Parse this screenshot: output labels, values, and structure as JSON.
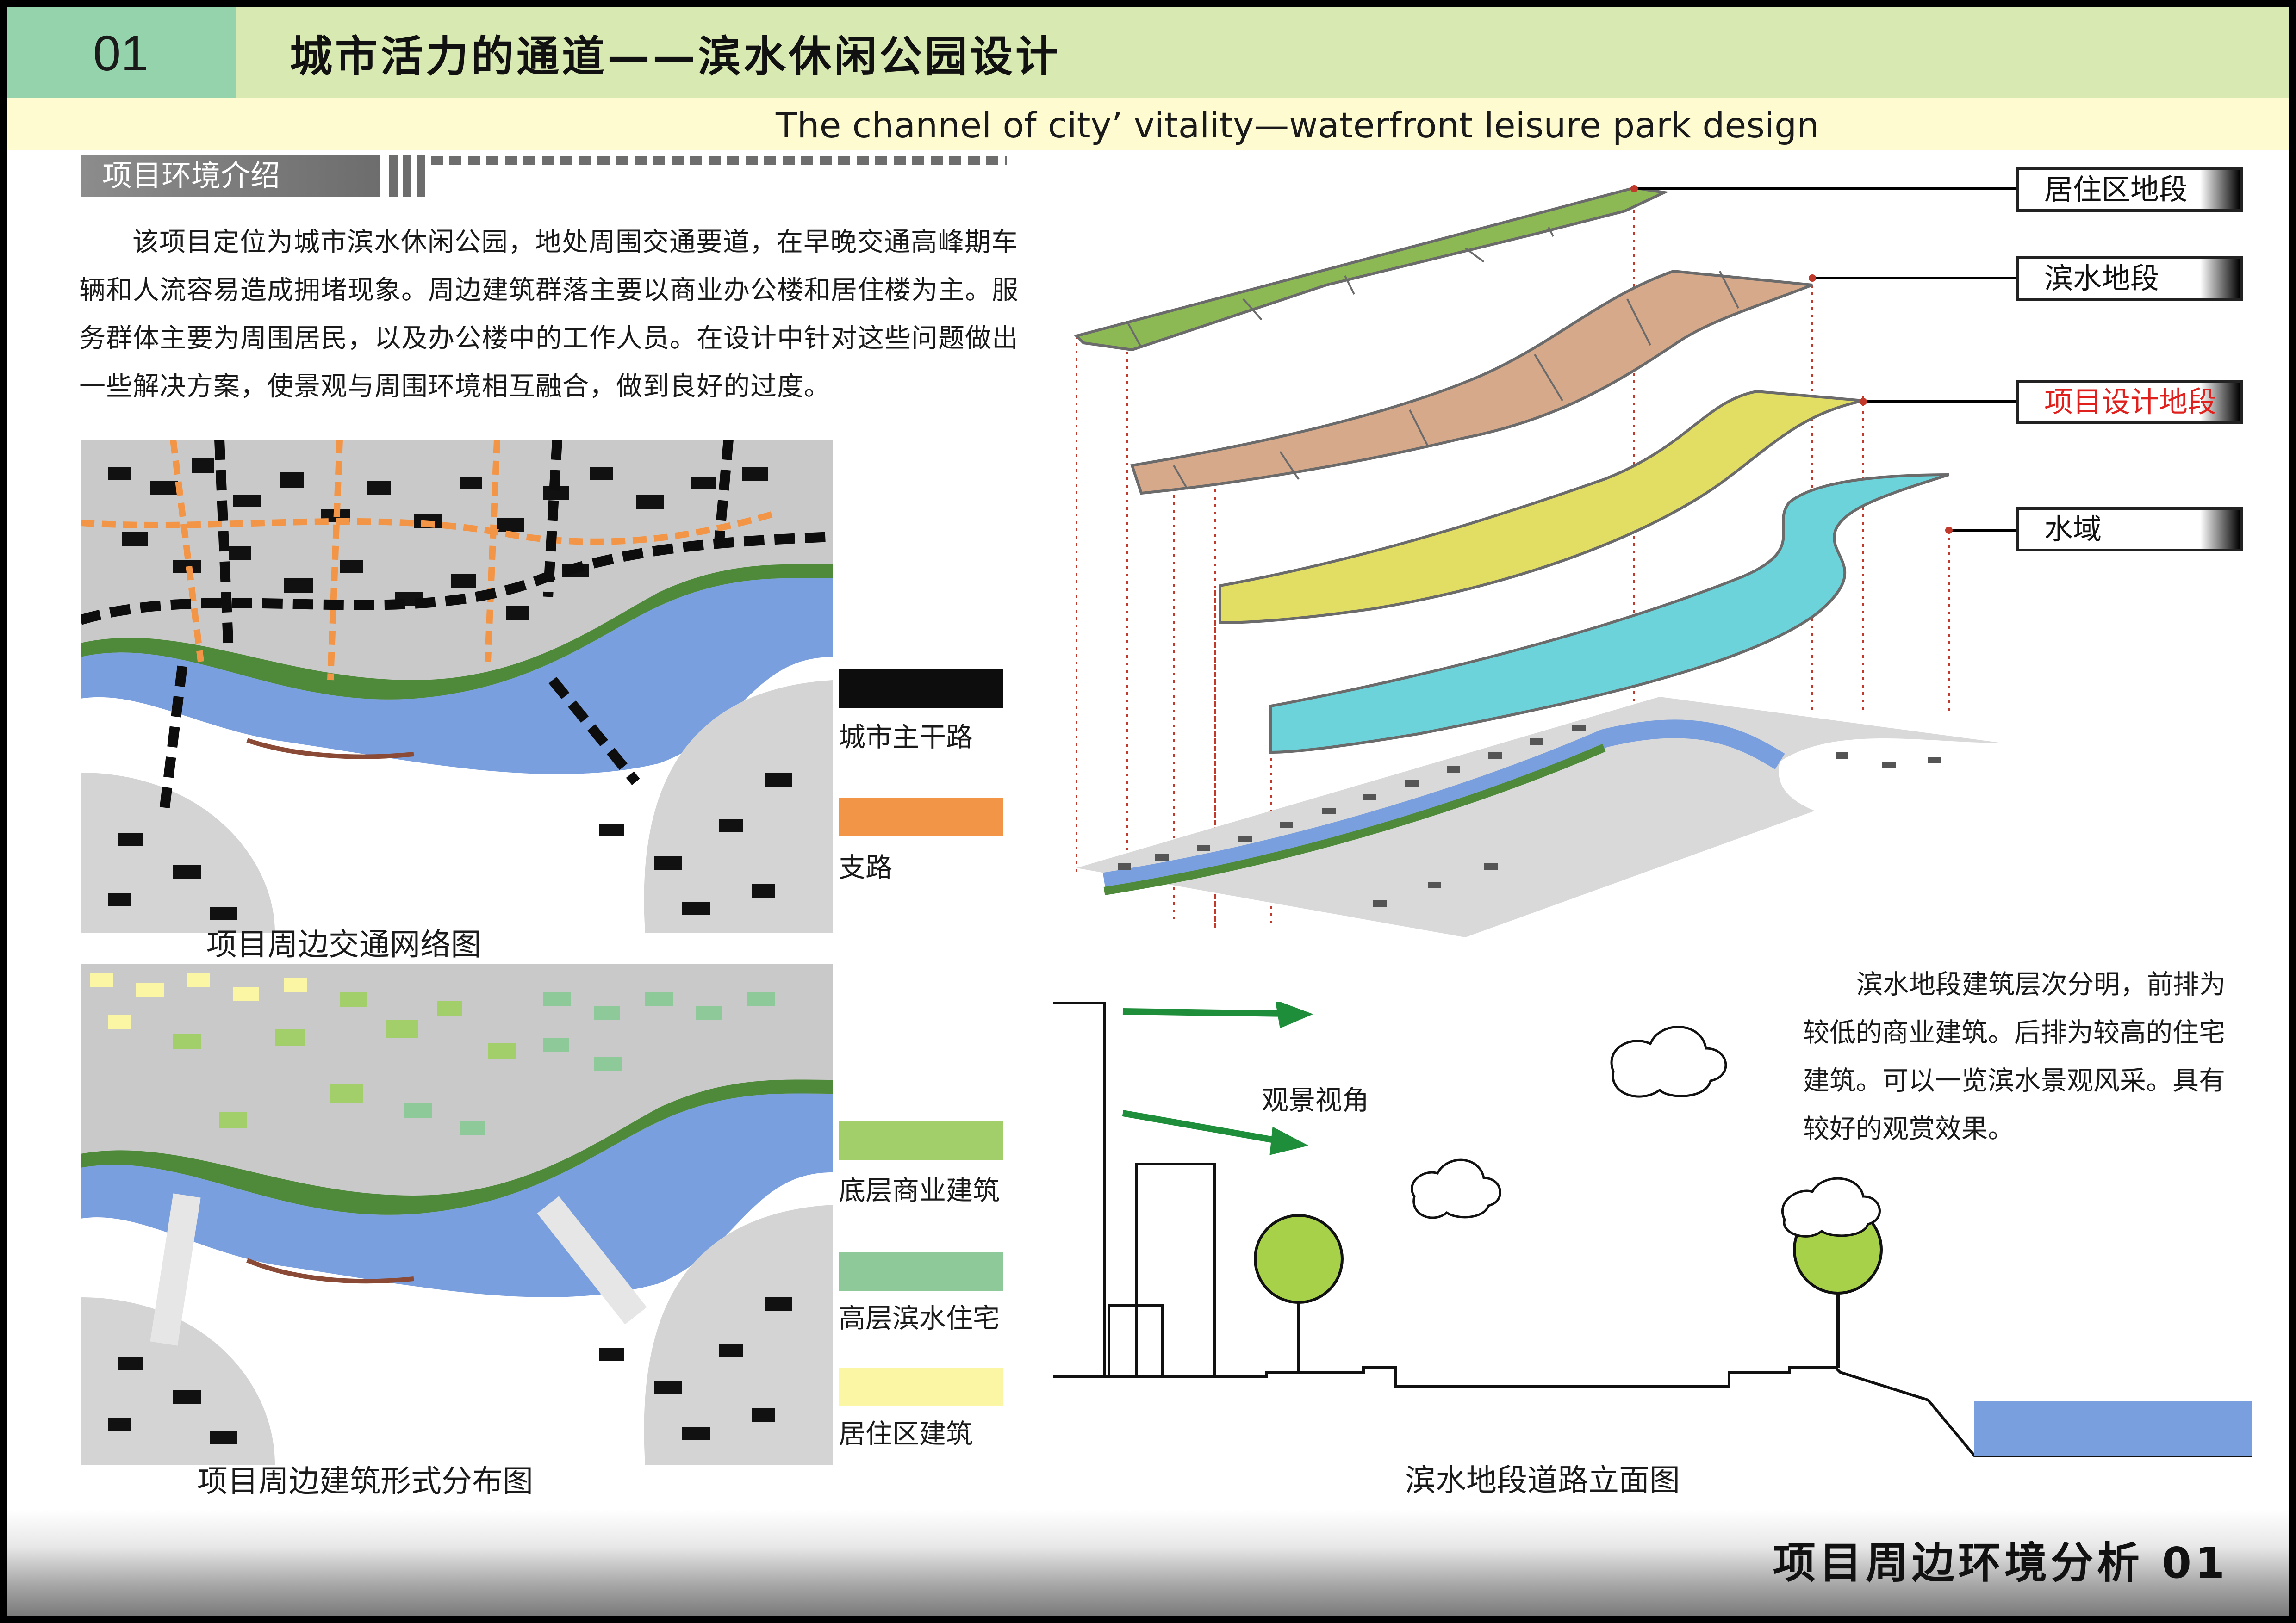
{
  "header": {
    "number": "01",
    "title": "城市活力的通道——滨水休闲公园设计",
    "subtitle": "The channel of city’  vitality—waterfront leisure park design"
  },
  "section": {
    "label": "项目环境介绍"
  },
  "intro": "该项目定位为城市滨水休闲公园，地处周围交通要道，在早晚交通高峰期车辆和人流容易造成拥堵现象。周边建筑群落主要以商业办公楼和居住楼为主。服务群体主要为周围居民，以及办公楼中的工作人员。在设计中针对这些问题做出一些解决方案，使景观与周围环境相互融合，做到良好的过度。",
  "traffic_map": {
    "caption": "项目周边交通网络图",
    "legend": [
      {
        "label": "城市主干路",
        "color": "#0d0d0d"
      },
      {
        "label": "支路",
        "color": "#f39547"
      }
    ]
  },
  "building_map": {
    "caption": "项目周边建筑形式分布图",
    "legend": [
      {
        "label": "底层商业建筑",
        "color": "#a3cf6a"
      },
      {
        "label": "高层滨水住宅",
        "color": "#8ec99a"
      },
      {
        "label": "居住区建筑",
        "color": "#fbf6a4"
      }
    ]
  },
  "layers": [
    {
      "label": "居住区地段",
      "color": "#8db955",
      "highlight": false
    },
    {
      "label": "滨水地段",
      "color": "#d7a98b",
      "highlight": false
    },
    {
      "label": "项目设计地段",
      "color": "#e2dd63",
      "highlight": true
    },
    {
      "label": "水域",
      "color": "#6dd3da",
      "highlight": false
    }
  ],
  "elevation": {
    "view_label": "观景视角",
    "caption": "滨水地段道路立面图",
    "description": "滨水地段建筑层次分明，前排为较低的商业建筑。后排为较高的住宅建筑。可以一览滨水景观风采。具有较好的观赏效果。"
  },
  "footer": {
    "label": "项目周边环境分析 01"
  },
  "colors": {
    "header_number_bg": "#95d3ac",
    "header_title_bg": "#d9e9b2",
    "header_sub_bg": "#fdfbcf",
    "water": "#7a9fde",
    "view_arrow": "#1f8e3a",
    "tree": "#a8d14a",
    "highlight_text": "#e0201c"
  }
}
